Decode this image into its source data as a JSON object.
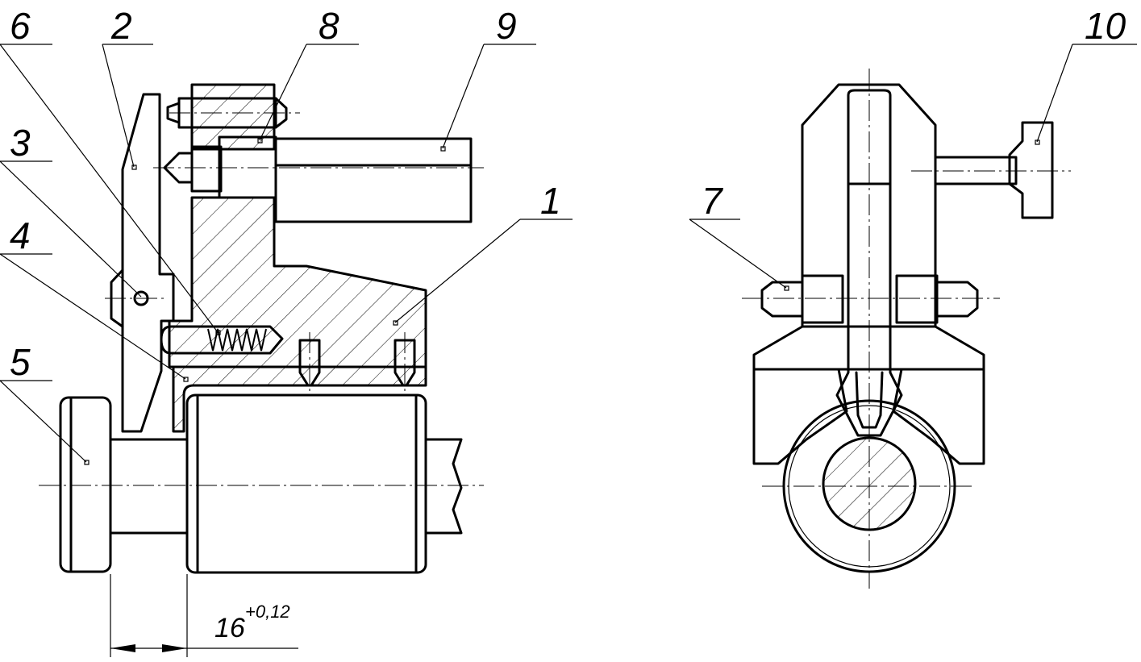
{
  "callouts": [
    {
      "id": "label-6",
      "text": "6"
    },
    {
      "id": "label-2",
      "text": "2"
    },
    {
      "id": "label-8",
      "text": "8"
    },
    {
      "id": "label-9",
      "text": "9"
    },
    {
      "id": "label-3",
      "text": "3"
    },
    {
      "id": "label-4",
      "text": "4"
    },
    {
      "id": "label-1",
      "text": "1"
    },
    {
      "id": "label-5",
      "text": "5"
    },
    {
      "id": "label-7",
      "text": "7"
    },
    {
      "id": "label-10",
      "text": "10"
    }
  ],
  "dimension": {
    "value": "16",
    "tolerance": "+0,12"
  },
  "colors": {
    "line": "#000000",
    "background": "#ffffff"
  }
}
